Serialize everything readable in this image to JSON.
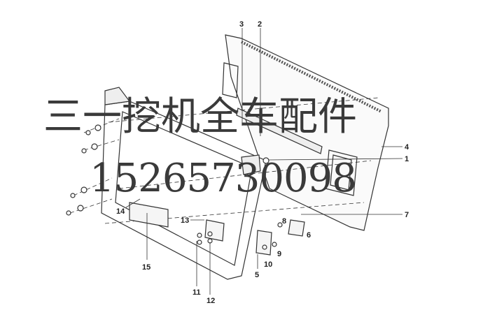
{
  "watermark": {
    "line1": "三一挖机全车配件",
    "line2": "15265730098"
  },
  "callouts": [
    {
      "label": "3"
    },
    {
      "label": "2"
    },
    {
      "label": "4"
    },
    {
      "label": "1"
    },
    {
      "label": "7"
    },
    {
      "label": "8"
    },
    {
      "label": "6"
    },
    {
      "label": "9"
    },
    {
      "label": "10"
    },
    {
      "label": "5"
    },
    {
      "label": "13"
    },
    {
      "label": "11"
    },
    {
      "label": "12"
    },
    {
      "label": "14"
    },
    {
      "label": "15"
    }
  ]
}
